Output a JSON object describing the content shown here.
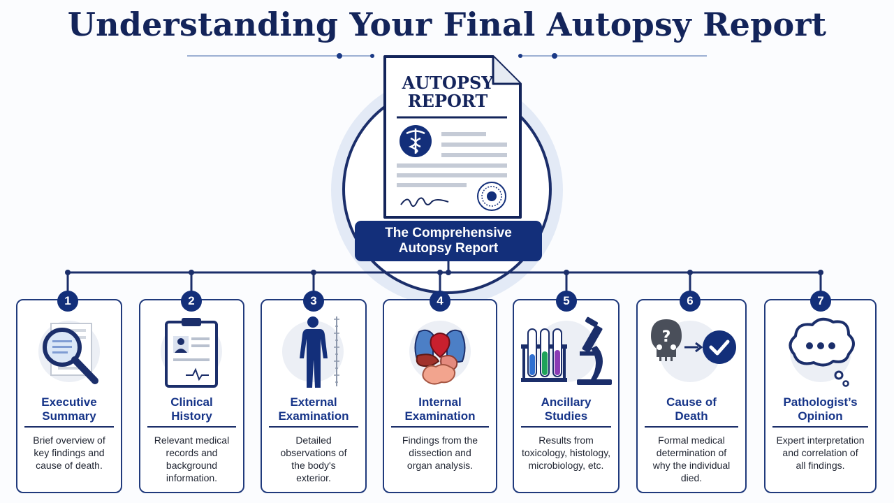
{
  "title": "Understanding Your Final Autopsy Report",
  "document": {
    "title_line1": "AUTOPSY",
    "title_line2": "REPORT"
  },
  "center_banner": {
    "line1": "The Comprehensive",
    "line2": "Autopsy Report"
  },
  "sections": [
    {
      "number": "1",
      "title_line1": "Executive",
      "title_line2": "Summary",
      "icon": "magnifying-glass-icon",
      "desc": [
        "Brief overview of",
        "key findings and",
        "cause of death."
      ]
    },
    {
      "number": "2",
      "title_line1": "Clinical",
      "title_line2": "History",
      "icon": "clipboard-icon",
      "desc": [
        "Relevant medical",
        "records and",
        "background",
        "information."
      ]
    },
    {
      "number": "3",
      "title_line1": "External",
      "title_line2": "Examination",
      "icon": "body-silhouette-icon",
      "desc": [
        "Detailed",
        "observations of",
        "the body's",
        "exterior."
      ]
    },
    {
      "number": "4",
      "title_line1": "Internal",
      "title_line2": "Examination",
      "icon": "organs-icon",
      "desc": [
        "Findings from the",
        "dissection and",
        "organ analysis."
      ]
    },
    {
      "number": "5",
      "title_line1": "Ancillary",
      "title_line2": "Studies",
      "icon": "lab-test-tubes-icon",
      "desc": [
        "Results from",
        "toxicology, histology,",
        "microbiology, etc."
      ]
    },
    {
      "number": "6",
      "title_line1": "Cause of",
      "title_line2": "Death",
      "icon": "skull-to-checkmark-icon",
      "desc": [
        "Formal medical",
        "determination of",
        "why the individual",
        "died."
      ]
    },
    {
      "number": "7",
      "title_line1": "Pathologist’s",
      "title_line2": "Opinion",
      "icon": "thought-bubble-icon",
      "desc": [
        "Expert interpretation",
        "and correlation of",
        "all findings."
      ]
    }
  ],
  "colors": {
    "navy": "#132f7a",
    "heading_blue": "#163488",
    "light_circle": "#e3eaf6"
  }
}
